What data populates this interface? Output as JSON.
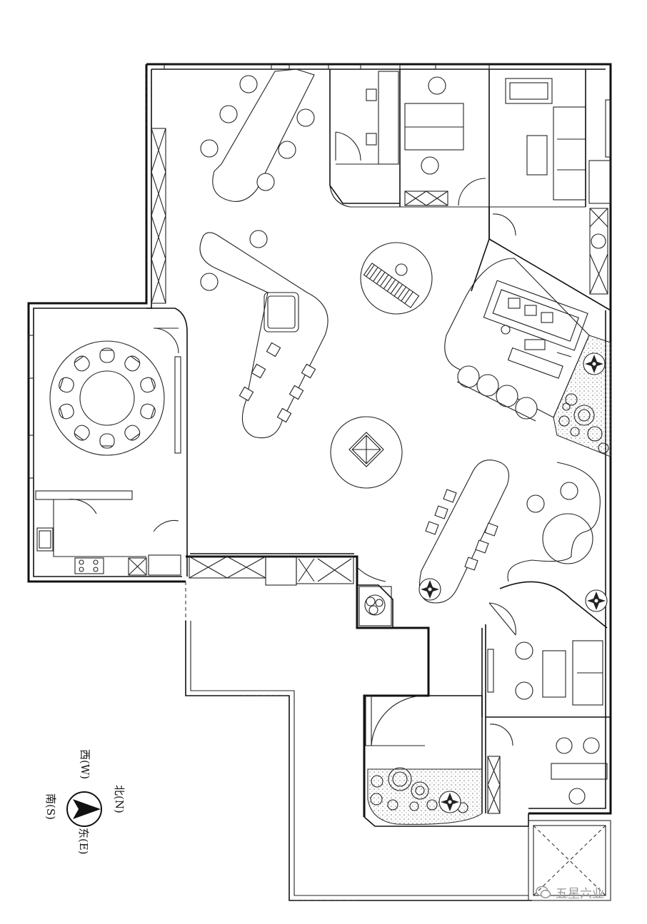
{
  "compass": {
    "north": "北(N)",
    "south": "南(S)",
    "east": "东(E)",
    "west": "西(W)"
  },
  "watermark": {
    "text": "五星六业"
  },
  "colors": {
    "line": "#111111",
    "background": "#ffffff",
    "watermark": "#9a9a9a"
  },
  "icons": {
    "compass": "compass-arrow-icon",
    "watermark_logo": "wechat-logo-icon"
  }
}
